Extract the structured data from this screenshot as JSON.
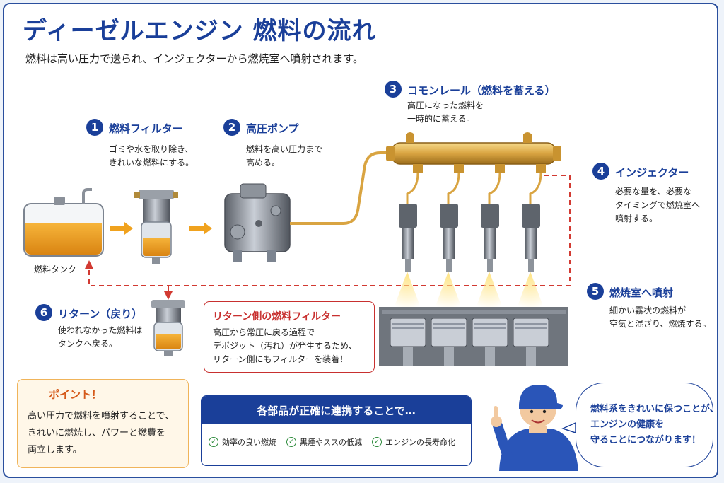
{
  "header": {
    "title": "ディーゼルエンジン 燃料の流れ",
    "subtitle": "燃料は高い圧力で送られ、インジェクターから燃焼室へ噴射されます。"
  },
  "steps": [
    {
      "num": "1",
      "title": "燃料フィルター",
      "lines": [
        "ゴミや水を取り除き、",
        "きれいな燃料にする。"
      ]
    },
    {
      "num": "2",
      "title": "高圧ポンプ",
      "lines": [
        "燃料を高い圧力まで",
        "高める。"
      ]
    },
    {
      "num": "3",
      "title": "コモンレール（燃料を蓄える）",
      "lines": [
        "高圧になった燃料を",
        "一時的に蓄える。"
      ]
    },
    {
      "num": "4",
      "title": "インジェクター",
      "lines": [
        "必要な量を、必要な",
        "タイミングで燃焼室へ",
        "噴射する。"
      ]
    },
    {
      "num": "5",
      "title": "燃焼室へ噴射",
      "lines": [
        "細かい霧状の燃料が",
        "空気と混ざり、燃焼する。"
      ]
    },
    {
      "num": "6",
      "title": "リターン（戻り）",
      "lines": [
        "使われなかった燃料は",
        "タンクへ戻る。"
      ]
    }
  ],
  "tank_label": "燃料タンク",
  "return_filter": {
    "title": "リターン側の燃料フィルター",
    "lines": [
      "高圧から常圧に戻る過程で",
      "デポジット（汚れ）が発生するため、",
      "リターン側にもフィルターを装着！"
    ]
  },
  "point": {
    "title": "ポイント！",
    "lines": [
      "高い圧力で燃料を噴射することで、",
      "きれいに燃焼し、パワーと燃費を",
      "両立します。"
    ]
  },
  "cooperation": {
    "heading": "各部品が正確に連携することで…",
    "items": [
      "効率の良い燃焼",
      "黒煙やススの低減",
      "エンジンの長寿命化"
    ]
  },
  "speech": {
    "lines": [
      "燃料系をきれいに保つことが、",
      "エンジンの健康を",
      "守ることにつながります！"
    ]
  },
  "colors": {
    "primary": "#1a3f99",
    "accent_red": "#c8302f",
    "fuel": "#f0a21e",
    "brass": "#d9a441",
    "point_orange": "#d55a1a"
  }
}
